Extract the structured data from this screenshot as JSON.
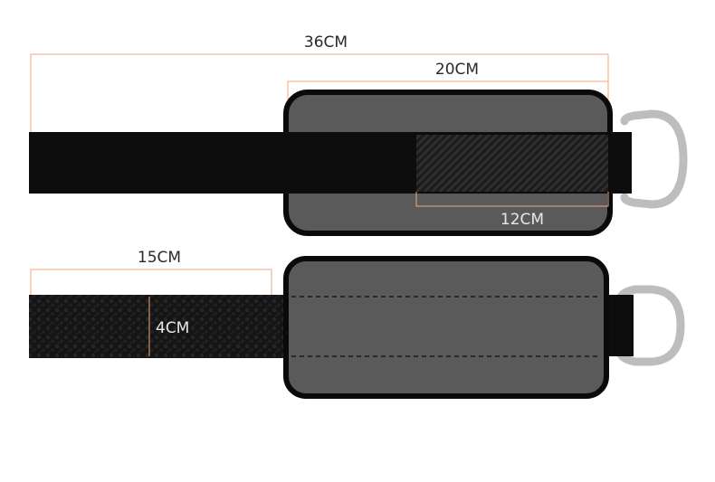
{
  "dimensions": {
    "total_length": "36CM",
    "pad_length": "20CM",
    "hook_area_length": "12CM",
    "loop_area_length": "15CM",
    "strap_width": "4CM"
  },
  "colors": {
    "strap": "#0d0d0d",
    "pad_fill": "#5a5a5a",
    "pad_border": "#0a0a0a",
    "ring": "#c4c4c4",
    "dimension_line": "#f0a878",
    "stitch": "#1a1a1a"
  }
}
